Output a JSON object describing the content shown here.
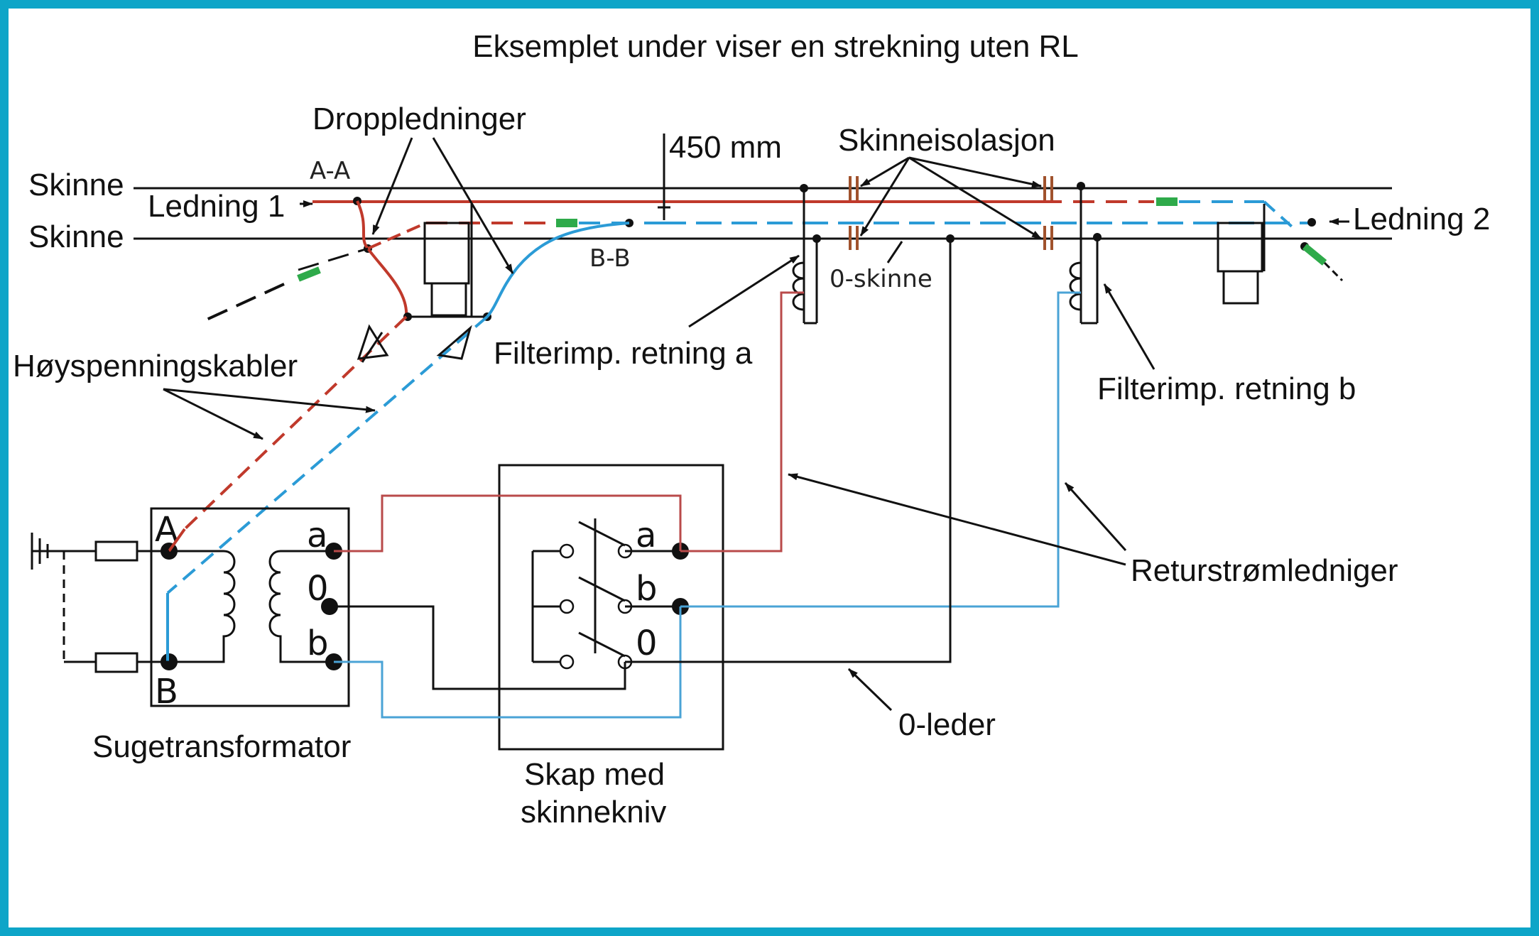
{
  "title": "Eksemplet under viser en strekning uten RL",
  "labels": {
    "skinne_top": "Skinne",
    "skinne_bottom": "Skinne",
    "ledning1": "Ledning 1",
    "ledning2": "Ledning 2",
    "droppledninger": "Droppledninger",
    "aa": "A-A",
    "bb": "B-B",
    "mm450": "450 mm",
    "skinneisolasjon": "Skinneisolasjon",
    "nullskinne": "0-skinne",
    "filter_a": "Filterimp. retning a",
    "filter_b": "Filterimp. retning b",
    "hoyspenning": "Høyspenningskabler",
    "returstrom": "Returstrømledniger",
    "nullleder": "0-leder",
    "sugetrafo": "Sugetransformator",
    "skap_line1": "Skap med",
    "skap_line2": "skinnekniv"
  },
  "terminals": {
    "A": "A",
    "B": "B",
    "a": "a",
    "zero": "0",
    "b": "b",
    "sw_a": "a",
    "sw_b": "b",
    "sw_zero": "0"
  },
  "colors": {
    "border": "#0ea5c8",
    "ledning1": "#c0392b",
    "ledning2": "#2b9bd6",
    "insulator": "#a0522d",
    "connector": "#2eaa4a"
  }
}
